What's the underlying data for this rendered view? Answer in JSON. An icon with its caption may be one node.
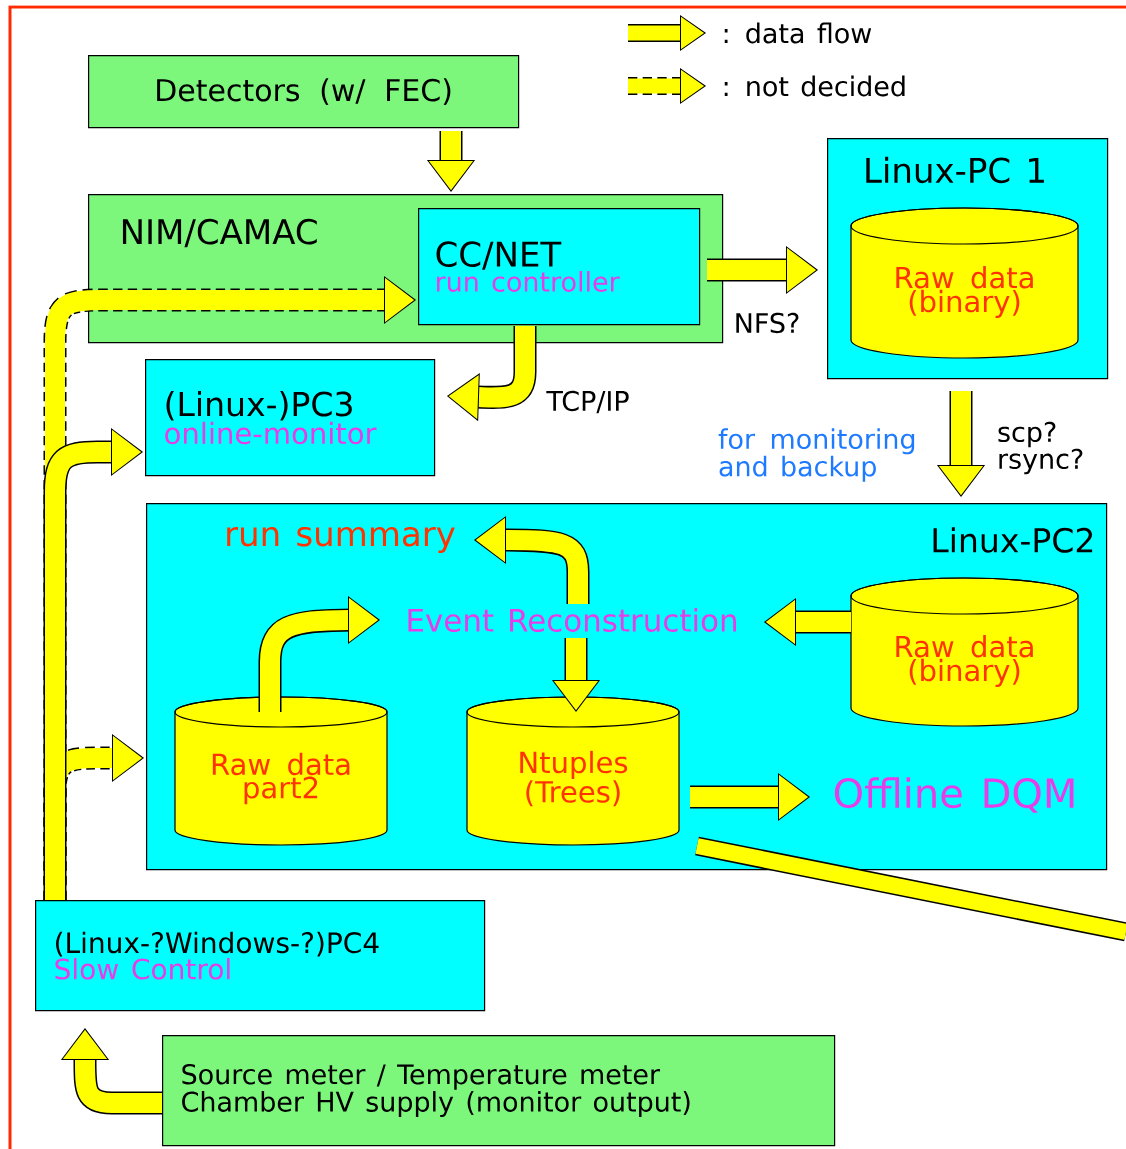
{
  "diagram": {
    "nodes": [
      {
        "text": [
          "Detectors (w/ FEC)"
        ]
      },
      {
        "text": [
          "NIM/CAMAC"
        ]
      },
      {
        "text": [
          "CC/NET",
          "run controller"
        ],
        "in": 1
      },
      {
        "text": [
          "Linux-PC 1"
        ]
      },
      {
        "text": [
          "Raw data (binary)"
        ],
        "in": 3
      },
      {
        "text": [
          "(Linux-)PC3",
          "online-monitor"
        ]
      },
      {
        "text": [
          "Linux-PC2"
        ]
      },
      {
        "text": [
          "run summary"
        ],
        "in": 6
      },
      {
        "text": [
          "Event Reconstruction"
        ],
        "in": 6
      },
      {
        "text": [
          "Raw data (binary)"
        ],
        "in": 6
      },
      {
        "text": [
          "Raw data part2"
        ],
        "in": 6
      },
      {
        "text": [
          "Ntuples (Trees)"
        ],
        "in": 6
      },
      {
        "text": [
          "Offline DQM"
        ],
        "in": 6
      },
      {
        "text": [
          "(Linux-?Windows-?)PC4",
          "Slow Control"
        ]
      },
      {
        "text": [
          "Source meter / Temperature meter",
          "Chamber HV supply (monitor output)"
        ]
      }
    ],
    "edges": [
      {
        "from": 0,
        "to": 1,
        "arrow": "to"
      },
      {
        "from": 2,
        "to": 3,
        "arrow": "to",
        "label": "NFS?"
      },
      {
        "from": 2,
        "to": 5,
        "arrow": "to",
        "label": "TCP/IP"
      },
      {
        "from": 3,
        "to": 6,
        "arrow": "to",
        "label": "scp? rsync?"
      },
      {
        "from": 8,
        "to": 7,
        "arrow": "to"
      },
      {
        "from": 9,
        "to": 8,
        "arrow": "to"
      },
      {
        "from": 8,
        "to": 11,
        "arrow": "to"
      },
      {
        "from": 10,
        "to": 8,
        "arrow": "to"
      },
      {
        "from": 11,
        "to": 12,
        "arrow": "to"
      },
      {
        "from": 11,
        "to": null,
        "arrow": "none"
      },
      {
        "from": 14,
        "to": 13,
        "arrow": "to"
      },
      {
        "from": 13,
        "to": 2,
        "arrow": "to",
        "style": "dashed"
      },
      {
        "from": 13,
        "to": 6,
        "arrow": "to",
        "style": "dashed"
      },
      {
        "from": 13,
        "to": 5,
        "arrow": "to"
      }
    ],
    "labels": [
      "for monitoring and backup"
    ],
    "legend": [
      {
        "text": ": data flow"
      },
      {
        "text": ": not decided"
      }
    ]
  }
}
